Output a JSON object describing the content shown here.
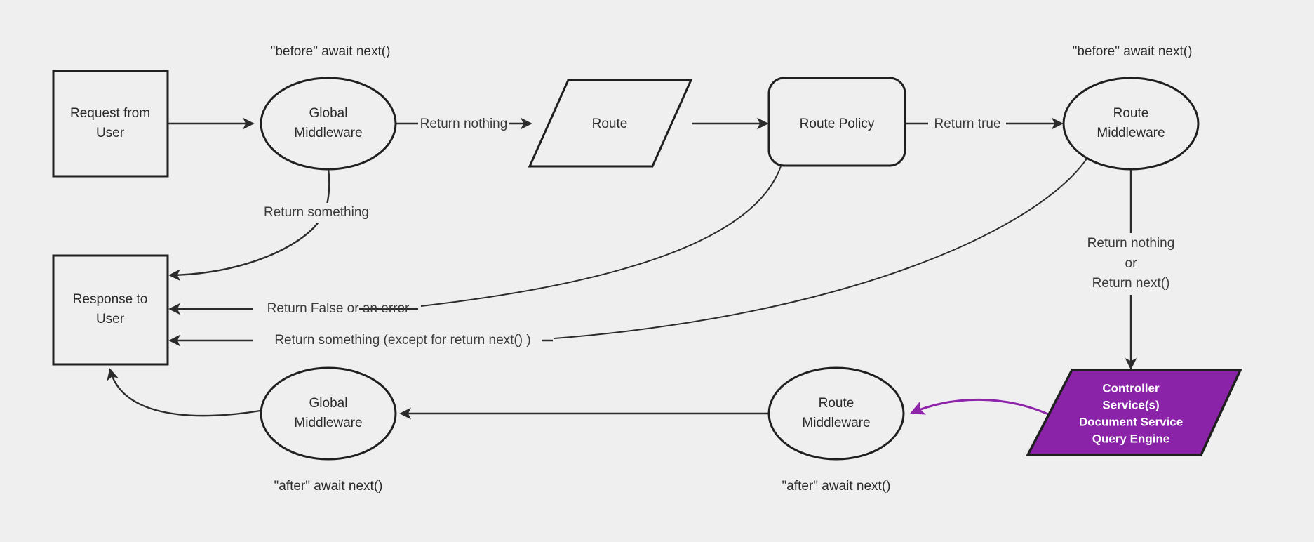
{
  "diagram": {
    "title": "Request / Middleware lifecycle flowchart",
    "background_color": "#efeff0",
    "stroke_color": "#1f1f1f",
    "accent_color": "#8a23a8",
    "nodes": {
      "request_from_user": {
        "line1": "Request from",
        "line2": "User",
        "shape": "rectangle"
      },
      "global_middleware_top": {
        "line1": "Global",
        "line2": "Middleware",
        "shape": "ellipse"
      },
      "route": {
        "line1": "Route",
        "shape": "parallelogram"
      },
      "route_policy": {
        "line1": "Route Policy",
        "shape": "rounded-rectangle"
      },
      "route_middleware_top": {
        "line1": "Route",
        "line2": "Middleware",
        "shape": "ellipse"
      },
      "controller": {
        "line1": "Controller",
        "line2": "Service(s)",
        "line3": "Document Service",
        "line4": "Query Engine",
        "shape": "parallelogram",
        "fill": "#8a23a8"
      },
      "route_middleware_bottom": {
        "line1": "Route",
        "line2": "Middleware",
        "shape": "ellipse"
      },
      "global_middleware_bottom": {
        "line1": "Global",
        "line2": "Middleware",
        "shape": "ellipse"
      },
      "response_to_user": {
        "line1": "Response to",
        "line2": "User",
        "shape": "rectangle"
      }
    },
    "annotations": {
      "before_global": "\"before\" await next()",
      "before_route": "\"before\" await next()",
      "after_global": "\"after\" await next()",
      "after_route": "\"after\" await next()"
    },
    "edge_labels": {
      "return_nothing": "Return nothing",
      "return_true": "Return true",
      "return_something": "Return something",
      "return_false_or_error": "Return False or an error",
      "return_something_except": "Return something (except for return next() )",
      "return_nothing_or_next_1": "Return nothing",
      "return_nothing_or_next_2": "or",
      "return_nothing_or_next_3": "Return next()"
    }
  }
}
